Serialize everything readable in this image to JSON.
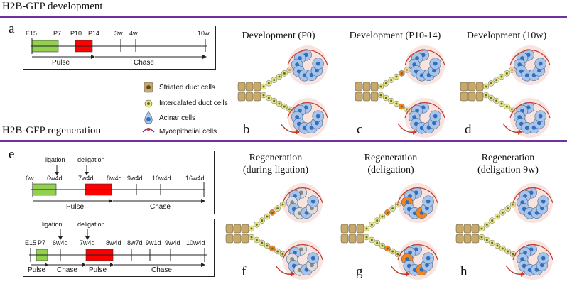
{
  "sections": {
    "development": "H2B-GFP development",
    "regeneration": "H2B-GFP regeneration"
  },
  "panel_labels": {
    "a": "a",
    "b": "b",
    "c": "c",
    "d": "d",
    "e": "e",
    "f": "f",
    "g": "g",
    "h": "h"
  },
  "panel_titles": {
    "b": "Development (P0)",
    "c": "Development (P10-14)",
    "d": "Development (10w)",
    "f1": "Regeneration",
    "f2": "(during ligation)",
    "g1": "Regeneration",
    "g2": "(deligation)",
    "h1": "Regeneration",
    "h2": "(deligation 9w)"
  },
  "timeline_a": {
    "ticks": [
      "E15",
      "P7",
      "P10",
      "P14",
      "3w",
      "4w",
      "10w"
    ],
    "pulse": "Pulse",
    "chase": "Chase"
  },
  "timeline_e1": {
    "ticks": [
      "6w",
      "6w4d",
      "7w4d",
      "8w4d",
      "9w4d",
      "10w4d",
      "16w4d"
    ],
    "ligation": "ligation",
    "deligation": "deligation",
    "pulse": "Pulse",
    "chase": "Chase"
  },
  "timeline_e2": {
    "ticks": [
      "E15",
      "P7",
      "6w4d",
      "7w4d",
      "8w4d",
      "8w7d",
      "9w1d",
      "9w4d",
      "10w4d"
    ],
    "ligation": "ligation",
    "deligation": "deligation",
    "pulse1": "Pulse",
    "chase1": "Chase",
    "pulse2": "Pulse",
    "chase2": "Chase"
  },
  "legend": {
    "striated": "Striated duct cells",
    "intercalated": "Intercalated duct cells",
    "acinar": "Acinar cells",
    "myo": "Myoepithelial cells"
  },
  "colors": {
    "accent": "#7030a0",
    "pulse_green": "#92d050",
    "pulse_red": "#ff0000",
    "striated": "#c8a96a",
    "intercalated": "#e5e58a",
    "acinar": "#a9c4e8",
    "nucleus": "#2e6fc0",
    "orange": "#f4841f",
    "myo": "#c0392b"
  }
}
